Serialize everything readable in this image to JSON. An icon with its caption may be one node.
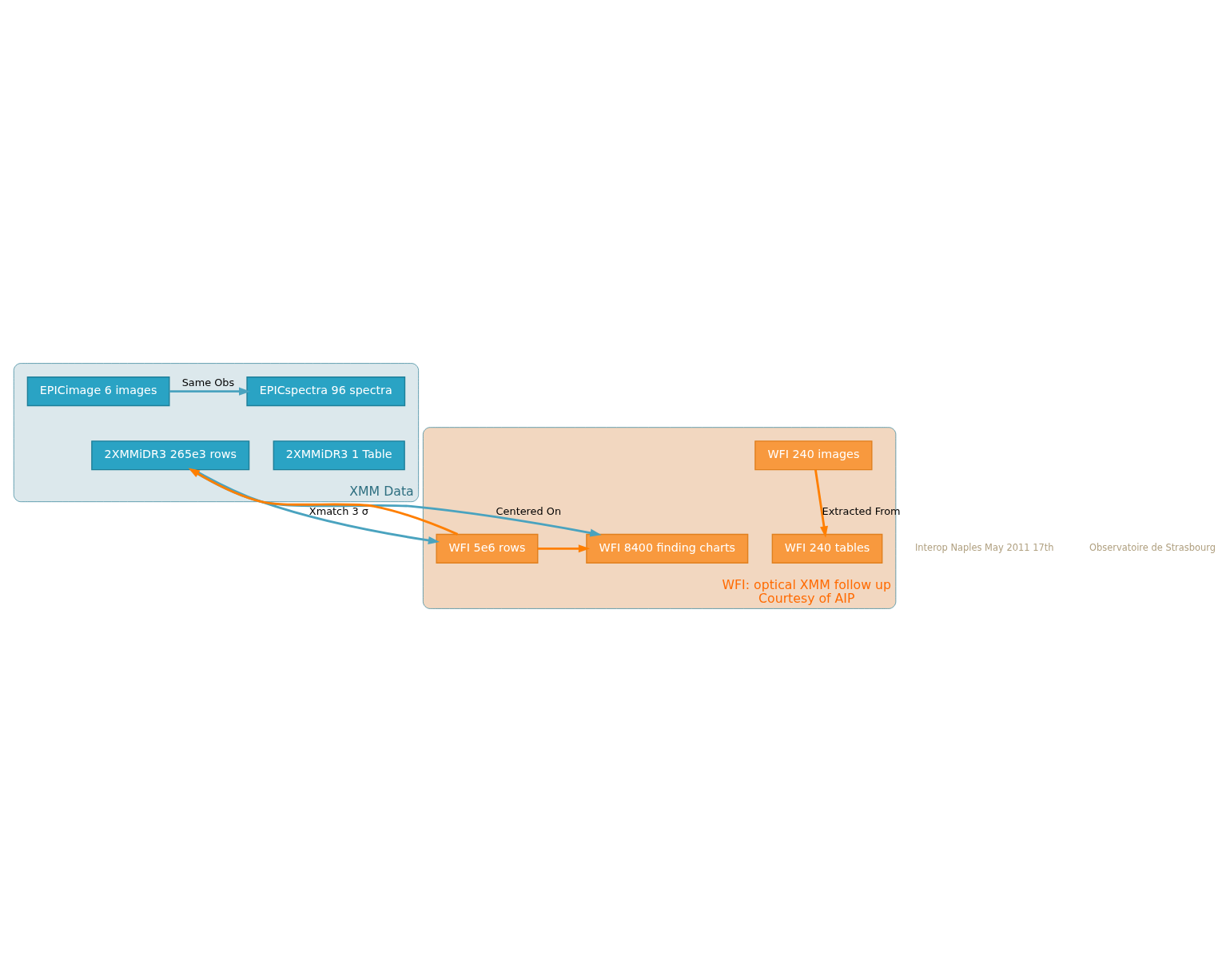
{
  "diagram": {
    "nodes": [
      {
        "text": [
          "XMM Data"
        ]
      },
      {
        "text": [
          "EPICspectra 96 spectra"
        ],
        "in": 0
      },
      {
        "text": [
          "EPICimage 6 images"
        ],
        "in": 0
      },
      {
        "text": [
          "2XMMiDR3 1 Table"
        ],
        "in": 0
      },
      {
        "text": [
          "2XMMiDR3 265e3 rows"
        ],
        "in": 0
      },
      {
        "text": [
          "WFI: optical XMM follow up",
          "Courtesy of AIP"
        ]
      },
      {
        "text": [
          "WFI 240 tables"
        ],
        "in": 5
      },
      {
        "text": [
          "WFI 5e6 rows"
        ],
        "in": 5
      },
      {
        "text": [
          "WFI 8400 finding charts"
        ],
        "in": 5
      },
      {
        "text": [
          "WFI 240 images"
        ],
        "in": 5
      }
    ],
    "edges": [
      {
        "from": 2,
        "to": 1,
        "arrow": "to",
        "label": "Same Obs"
      },
      {
        "from": 4,
        "to": 7,
        "arrow": "to",
        "label": "Xmatch 3 σ"
      },
      {
        "from": 7,
        "to": 4,
        "arrow": "to",
        "color": "#ff7f00"
      },
      {
        "from": 4,
        "to": 8,
        "arrow": "to",
        "label": "Centered On"
      },
      {
        "from": 7,
        "to": 8,
        "arrow": "to",
        "color": "#ff7f00"
      },
      {
        "from": 9,
        "to": 6,
        "arrow": "to",
        "label": "Extracted From",
        "color": "#ff7f00"
      }
    ],
    "labels": [
      "Interop Naples May 2011 17th",
      "Observatoire de Strasbourg"
    ]
  }
}
